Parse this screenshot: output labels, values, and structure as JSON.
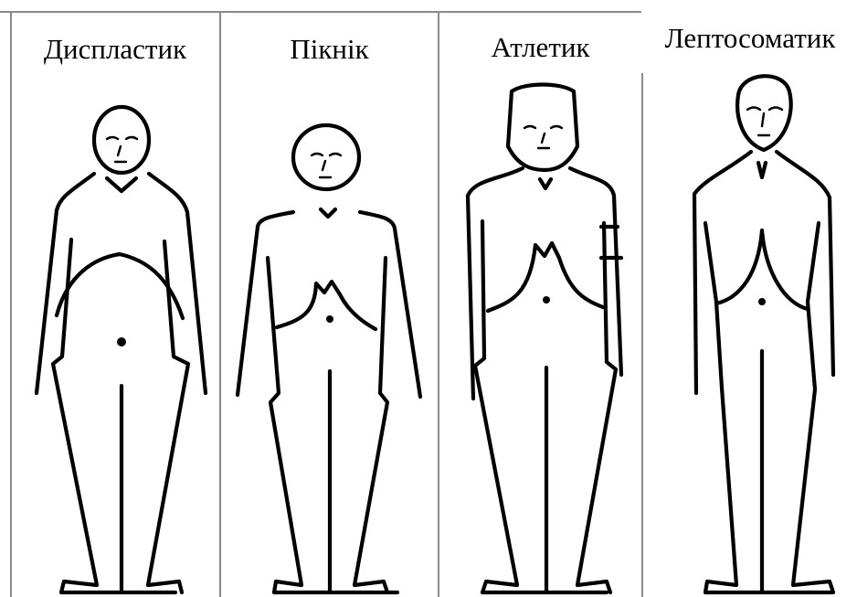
{
  "panels": [
    {
      "id": "dysplastic",
      "title": "Диспластик"
    },
    {
      "id": "picnic",
      "title": "Пікнік"
    },
    {
      "id": "athletic",
      "title": "Атлетик"
    },
    {
      "id": "leptosomatic",
      "title": "Лептосоматик"
    }
  ]
}
